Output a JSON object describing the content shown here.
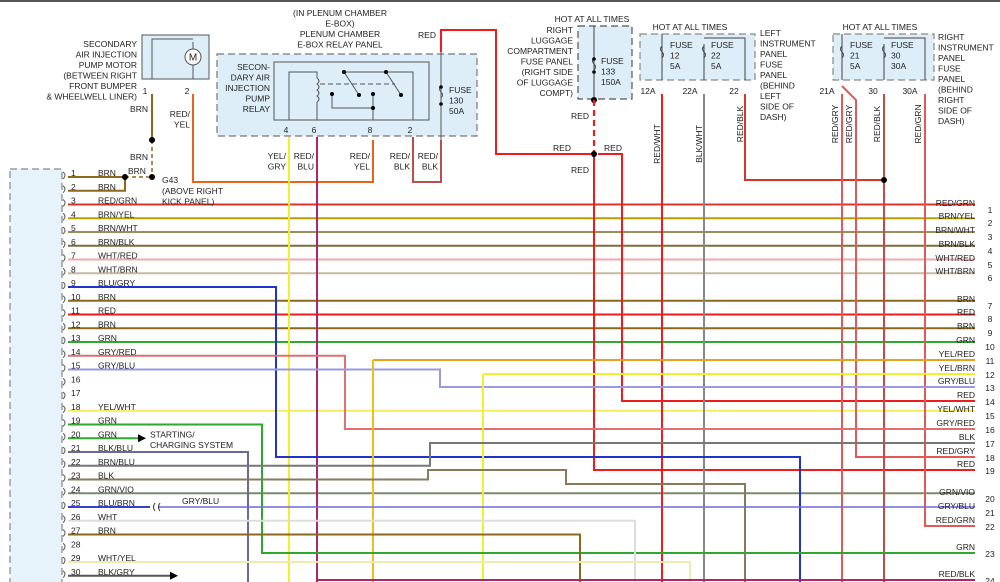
{
  "components": {
    "pump_motor": {
      "label_lines": [
        "SECONDARY",
        "AIR INJECTION",
        "PUMP MOTOR",
        "(BETWEEN RIGHT",
        "FRONT BUMPER",
        "& WHEELWELL LINER)"
      ],
      "symbol": "M",
      "pins": [
        "1",
        "2"
      ]
    },
    "relay_panel": {
      "title_lines": [
        "(IN PLENUM CHAMBER",
        "E-BOX)",
        "PLENUM CHAMBER",
        "E-BOX RELAY PANEL"
      ],
      "relay_label_lines": [
        "SECON-",
        "DARY AIR",
        "INJECTION",
        "PUMP",
        "RELAY"
      ],
      "relay_pins": [
        "4",
        "6",
        "8",
        "2"
      ],
      "fuse_lines": [
        "FUSE",
        "130",
        "50A"
      ]
    },
    "luggage_fuse_panel": {
      "hot_label": "HOT AT ALL TIMES",
      "label_lines": [
        "RIGHT",
        "LUGGAGE",
        "COMPARTMENT",
        "FUSE PANEL",
        "(RIGHT SIDE",
        "OF LUGGAGE",
        "COMPT)"
      ],
      "fuse_lines": [
        "FUSE",
        "133",
        "150A"
      ]
    },
    "left_ip_fuse_panel": {
      "hot_label": "HOT AT ALL TIMES",
      "label_lines": [
        "LEFT",
        "INSTRUMENT",
        "PANEL",
        "FUSE",
        "PANEL",
        "(BEHIND",
        "LEFT",
        "SIDE OF",
        "DASH)"
      ],
      "fuses": [
        {
          "lines": [
            "FUSE",
            "12",
            "5A"
          ],
          "pin": "12A",
          "wire": "RED/WHT"
        },
        {
          "lines": [
            "FUSE",
            "22",
            "5A"
          ],
          "pin": "22A",
          "wire": "BLK/WHT"
        }
      ],
      "extra_pin": "22",
      "extra_wire": "RED/BLK"
    },
    "right_ip_fuse_panel": {
      "hot_label": "HOT AT ALL TIMES",
      "label_lines": [
        "RIGHT",
        "INSTRUMENT",
        "PANEL",
        "FUSE",
        "PANEL",
        "(BEHIND",
        "RIGHT",
        "SIDE OF",
        "DASH)"
      ],
      "fuses": [
        {
          "lines": [
            "FUSE",
            "21",
            "5A"
          ],
          "pin": "21A",
          "wires": [
            "RED/GRY",
            "RED/GRY"
          ]
        },
        {
          "lines": [
            "FUSE",
            "30",
            "30A"
          ],
          "pin": "30",
          "wire": "RED/BLK"
        }
      ],
      "extra_pin": "30A",
      "extra_wire": "RED/GRN"
    },
    "ground": {
      "id": "G43",
      "label_lines": [
        "(ABOVE RIGHT",
        "KICK PANEL)"
      ]
    }
  },
  "wire_labels": {
    "motor_pin1": "BRN",
    "motor_to_ground": "BRN",
    "ground_splice": "BRN",
    "motor_pin2": [
      "RED/",
      "YEL"
    ],
    "relay_pin4": [
      "YEL/",
      "GRY"
    ],
    "relay_pin6": [
      "RED/",
      "BLU"
    ],
    "relay_pin8": [
      "RED/",
      "YEL"
    ],
    "relay_pin2": [
      "RED/",
      "BLK"
    ],
    "fuse130_out": [
      "RED/",
      "BLK"
    ],
    "fuse130_in": "RED",
    "fuse133_out": "RED",
    "splice_left": "RED",
    "splice_right": "RED",
    "splice_down": "RED"
  },
  "left_connector": {
    "pins": [
      {
        "num": "1",
        "wire": "BRN",
        "color": "#8a6a1a"
      },
      {
        "num": "2",
        "wire": "BRN",
        "color": "#8a6a1a"
      },
      {
        "num": "3",
        "wire": "RED/GRN",
        "color": "#d9342b"
      },
      {
        "num": "4",
        "wire": "BRN/YEL",
        "color": "#b8a000"
      },
      {
        "num": "5",
        "wire": "BRN/WHT",
        "color": "#9c8c5e"
      },
      {
        "num": "6",
        "wire": "BRN/BLK",
        "color": "#7d6d3a"
      },
      {
        "num": "7",
        "wire": "WHT/RED",
        "color": "#f0a8a8"
      },
      {
        "num": "8",
        "wire": "WHT/BRN",
        "color": "#c8b8a0"
      },
      {
        "num": "9",
        "wire": "BLU/GRY",
        "color": "#2233cc"
      },
      {
        "num": "10",
        "wire": "BRN",
        "color": "#8a6a1a"
      },
      {
        "num": "11",
        "wire": "RED",
        "color": "#ee1c1c"
      },
      {
        "num": "12",
        "wire": "BRN",
        "color": "#8a6a1a"
      },
      {
        "num": "13",
        "wire": "GRN",
        "color": "#2ea82e"
      },
      {
        "num": "14",
        "wire": "GRY/RED",
        "color": "#e07070"
      },
      {
        "num": "15",
        "wire": "GRY/BLU",
        "color": "#9a9ae0"
      },
      {
        "num": "16",
        "wire": "",
        "color": ""
      },
      {
        "num": "17",
        "wire": "",
        "color": ""
      },
      {
        "num": "18",
        "wire": "YEL/WHT",
        "color": "#f2ee60"
      },
      {
        "num": "19",
        "wire": "GRN",
        "color": "#2ea82e"
      },
      {
        "num": "20",
        "wire": "GRN",
        "color": "#2ea82e"
      },
      {
        "num": "21",
        "wire": "BLK/BLU",
        "color": "#6a6a9a"
      },
      {
        "num": "22",
        "wire": "BRN/BLU",
        "color": "#8a7a5a"
      },
      {
        "num": "23",
        "wire": "BLK",
        "color": "#555555"
      },
      {
        "num": "24",
        "wire": "GRN/VIO",
        "color": "#7a8a6a"
      },
      {
        "num": "25",
        "wire": "BLU/BRN",
        "color": "#3344cc"
      },
      {
        "num": "26",
        "wire": "WHT",
        "color": "#dddddd"
      },
      {
        "num": "27",
        "wire": "BRN",
        "color": "#8a6a1a"
      },
      {
        "num": "28",
        "wire": "",
        "color": ""
      },
      {
        "num": "29",
        "wire": "WHT/YEL",
        "color": "#eeeab0"
      },
      {
        "num": "30",
        "wire": "BLK/GRY",
        "color": "#555555"
      }
    ],
    "pin20_destination": [
      "STARTING/",
      "CHARGING SYSTEM"
    ],
    "pin25_continuation": "GRY/BLU"
  },
  "right_connector": {
    "pins": [
      {
        "num": "1",
        "wire": "RED/GRN"
      },
      {
        "num": "2",
        "wire": "BRN/YEL"
      },
      {
        "num": "3",
        "wire": "BRN/WHT"
      },
      {
        "num": "4",
        "wire": "BRN/BLK"
      },
      {
        "num": "5",
        "wire": "WHT/RED"
      },
      {
        "num": "6",
        "wire": "WHT/BRN"
      },
      {
        "num": "7",
        "wire": "BRN"
      },
      {
        "num": "8",
        "wire": "RED"
      },
      {
        "num": "9",
        "wire": "BRN"
      },
      {
        "num": "10",
        "wire": "GRN"
      },
      {
        "num": "11",
        "wire": "YEL/RED"
      },
      {
        "num": "12",
        "wire": "YEL/BRN"
      },
      {
        "num": "13",
        "wire": "GRY/BLU"
      },
      {
        "num": "14",
        "wire": "RED"
      },
      {
        "num": "15",
        "wire": "YEL/WHT"
      },
      {
        "num": "16",
        "wire": "GRY/RED"
      },
      {
        "num": "17",
        "wire": "BLK"
      },
      {
        "num": "18",
        "wire": "RED/GRY"
      },
      {
        "num": "19",
        "wire": "RED"
      },
      {
        "num": "20",
        "wire": "GRN/VIO"
      },
      {
        "num": "21",
        "wire": "GRY/BLU"
      },
      {
        "num": "22",
        "wire": "RED/GRN"
      },
      {
        "num": "23",
        "wire": "GRN"
      },
      {
        "num": "24",
        "wire": "RED/BLK"
      }
    ]
  }
}
